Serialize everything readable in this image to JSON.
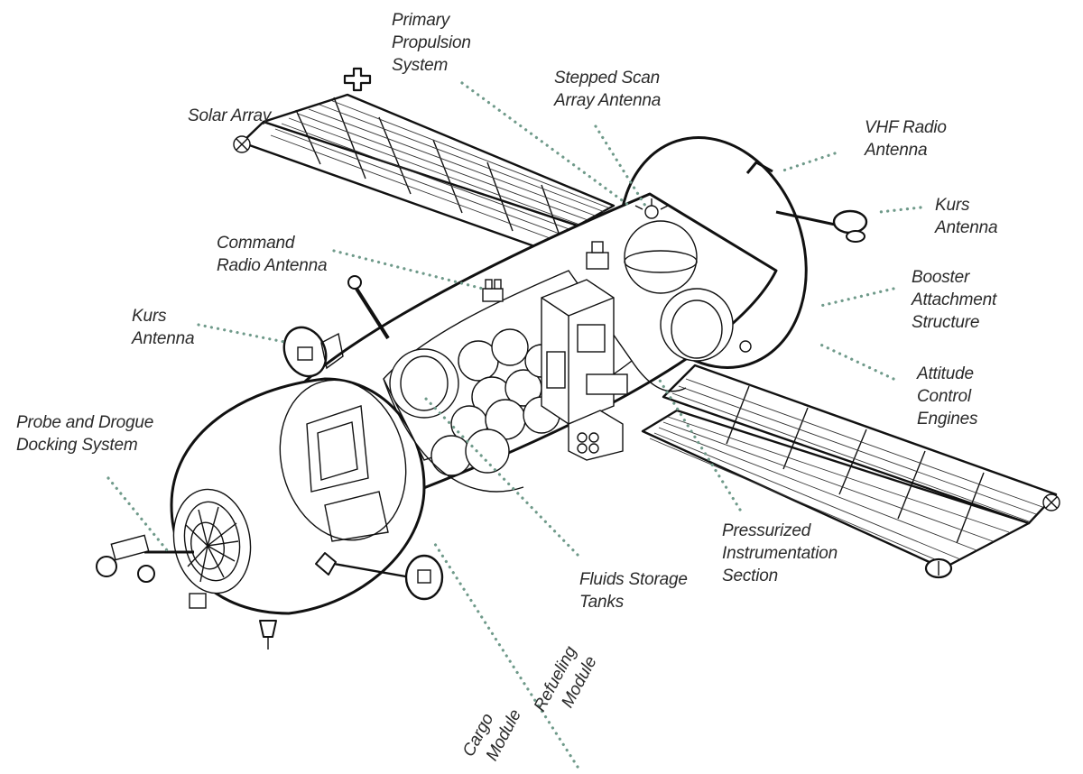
{
  "diagram": {
    "labels": {
      "primary_propulsion": [
        "Primary",
        "Propulsion",
        "System"
      ],
      "stepped_scan": [
        "Stepped Scan",
        "Array Antenna"
      ],
      "solar_array": [
        "Solar Array"
      ],
      "vhf_radio": [
        "VHF Radio",
        "Antenna"
      ],
      "kurs_right": [
        "Kurs",
        "Antenna"
      ],
      "command_radio": [
        "Command",
        "Radio Antenna"
      ],
      "booster": [
        "Booster",
        "Attachment",
        "Structure"
      ],
      "kurs_left": [
        "Kurs",
        "Antenna"
      ],
      "attitude": [
        "Attitude",
        "Control",
        "Engines"
      ],
      "probe_drogue": [
        "Probe and Drogue",
        "Docking System"
      ],
      "pressurized": [
        "Pressurized",
        "Instrumentation",
        "Section"
      ],
      "fluids": [
        "Fluids Storage",
        "Tanks"
      ],
      "refueling": [
        "Refueling",
        "Module"
      ],
      "cargo": [
        "Cargo",
        "Module"
      ]
    },
    "colors": {
      "leader": "#6f9a8a",
      "outline": "#111111",
      "background": "#ffffff"
    }
  }
}
